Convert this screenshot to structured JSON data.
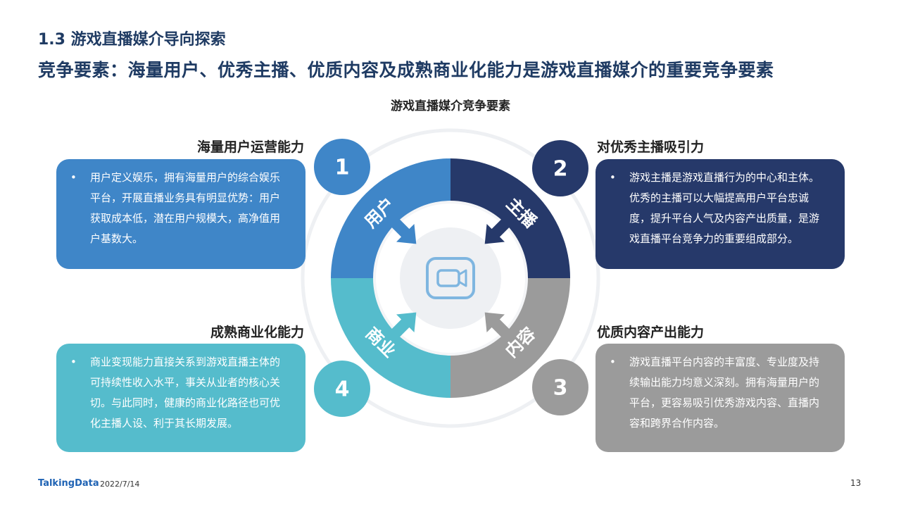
{
  "header": {
    "section_title": "1.3 游戏直播媒介导向探索",
    "headline": "竞争要素：海量用户、优秀主播、优质内容及成熟商业化能力是游戏直播媒介的重要竞争要素"
  },
  "diagram": {
    "title": "游戏直播媒介竞争要素",
    "center_icon": "video-camera-icon",
    "quadrants": [
      {
        "number": "1",
        "ring_label": "用户",
        "title": "海量用户运营能力",
        "text": "用户定义娱乐，拥有海量用户的综合娱乐平台，开展直播业务具有明显优势：用户获取成本低，潜在用户规模大，高净值用户基数大。",
        "color": "#3f86c8"
      },
      {
        "number": "2",
        "ring_label": "主播",
        "title": "对优秀主播吸引力",
        "text": "游戏主播是游戏直播行为的中心和主体。优秀的主播可以大幅提高用户平台忠诚度，提升平台人气及内容产出质量，是游戏直播平台竞争力的重要组成部分。",
        "color": "#26396a"
      },
      {
        "number": "3",
        "ring_label": "内容",
        "title": "优质内容产出能力",
        "text": "游戏直播平台内容的丰富度、专业度及持续输出能力均意义深刻。拥有海量用户的平台，更容易吸引优秀游戏内容、直播内容和跨界合作内容。",
        "color": "#9b9b9b"
      },
      {
        "number": "4",
        "ring_label": "商业",
        "title": "成熟商业化能力",
        "text": "商业变现能力直接关系到游戏直播主体的可持续性收入水平，事关从业者的核心关切。与此同时，健康的商业化路径也可优化主播人设、利于其长期发展。",
        "color": "#55bccc"
      }
    ]
  },
  "footer": {
    "brand": "TalkingData",
    "date": "2022/7/14",
    "page": "13"
  }
}
